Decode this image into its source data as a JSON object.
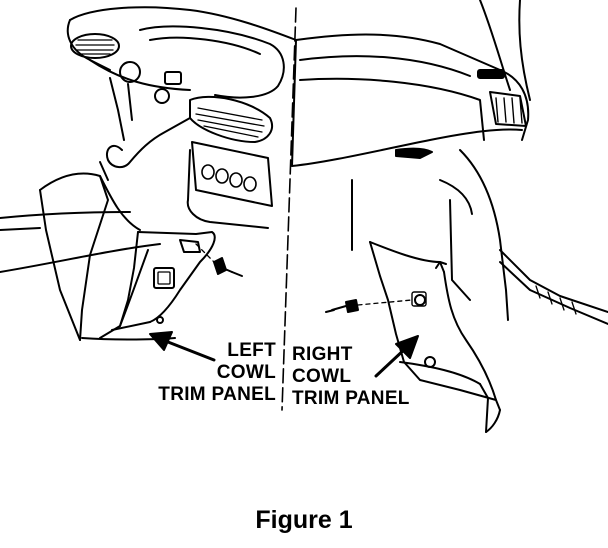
{
  "left_label": [
    "LEFT",
    "COWL",
    "TRIM PANEL"
  ],
  "right_label": [
    "RIGHT",
    "COWL",
    "TRIM PANEL"
  ],
  "caption": "Figure 1",
  "colors": {
    "ink": "#000000",
    "paper": "#ffffff"
  }
}
